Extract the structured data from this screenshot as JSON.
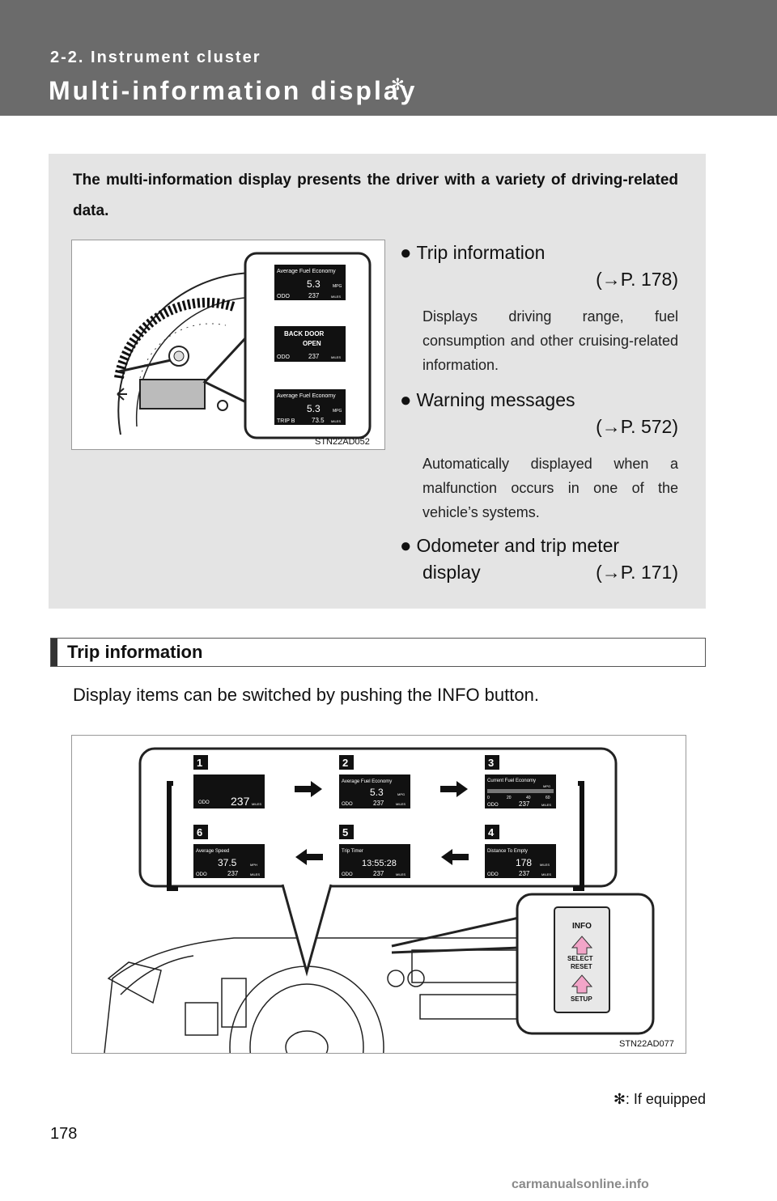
{
  "header": {
    "section": "2-2. Instrument cluster",
    "title": "Multi-information display",
    "title_mark": "✻"
  },
  "summary": {
    "intro": "The multi-information display presents the driver with a variety of driving-related data.",
    "figure_code": "STN22AD052",
    "screens": [
      {
        "title": "Average Fuel Economy",
        "value": "5.3",
        "unit": "MPG",
        "sub_label": "ODO",
        "sub_value": "237",
        "sub_unit": "MILES"
      },
      {
        "title": "BACK DOOR",
        "title2": "OPEN",
        "sub_label": "ODO",
        "sub_value": "237",
        "sub_unit": "MILES"
      },
      {
        "title": "Average Fuel Economy",
        "value": "5.3",
        "unit": "MPG",
        "sub_label": "TRIP B",
        "sub_value": "73.5",
        "sub_unit": "MILES"
      }
    ],
    "items": [
      {
        "bullet": "●",
        "label": "Trip information",
        "ref": "(→P. 178)",
        "desc": "Displays driving range, fuel consumption and other cruising-related information."
      },
      {
        "bullet": "●",
        "label": "Warning messages",
        "ref": "(→P. 572)",
        "desc": "Automatically displayed when a malfunction occurs in one of the vehicle’s systems."
      },
      {
        "bullet": "●",
        "label": "Odometer and trip meter",
        "label2": "display",
        "ref": "(→P. 171)"
      }
    ]
  },
  "trip": {
    "heading": "Trip information",
    "text": "Display items can be switched by pushing the INFO button.",
    "figure_code": "STN22AD077",
    "displays": [
      {
        "num": "1",
        "title": "",
        "value": "",
        "unit": "",
        "sub_label": "ODO",
        "sub_value": "237",
        "sub_unit": "MILES"
      },
      {
        "num": "2",
        "title": "Average Fuel Economy",
        "value": "5.3",
        "unit": "MPG",
        "sub_label": "ODO",
        "sub_value": "237",
        "sub_unit": "MILES"
      },
      {
        "num": "3",
        "title": "Current Fuel Economy",
        "value": "",
        "unit": "MPG",
        "scale": [
          "0",
          "20",
          "40",
          "60"
        ],
        "sub_label": "ODO",
        "sub_value": "237",
        "sub_unit": "MILES"
      },
      {
        "num": "4",
        "title": "Distance To Empty",
        "value": "178",
        "unit": "MILES",
        "sub_label": "ODO",
        "sub_value": "237",
        "sub_unit": "MILES"
      },
      {
        "num": "5",
        "title": "Trip Timer",
        "value": "13:55:28",
        "unit": "",
        "sub_label": "ODO",
        "sub_value": "237",
        "sub_unit": "MILES"
      },
      {
        "num": "6",
        "title": "Average Speed",
        "value": "37.5",
        "unit": "MPH",
        "sub_label": "ODO",
        "sub_value": "237",
        "sub_unit": "MILES"
      }
    ],
    "buttons": {
      "info": "INFO",
      "select": "SELECT",
      "reset": "RESET",
      "setup": "SETUP"
    }
  },
  "footnote": "✻: If equipped",
  "page_number": "178",
  "watermark": "carmanualsonline.info"
}
